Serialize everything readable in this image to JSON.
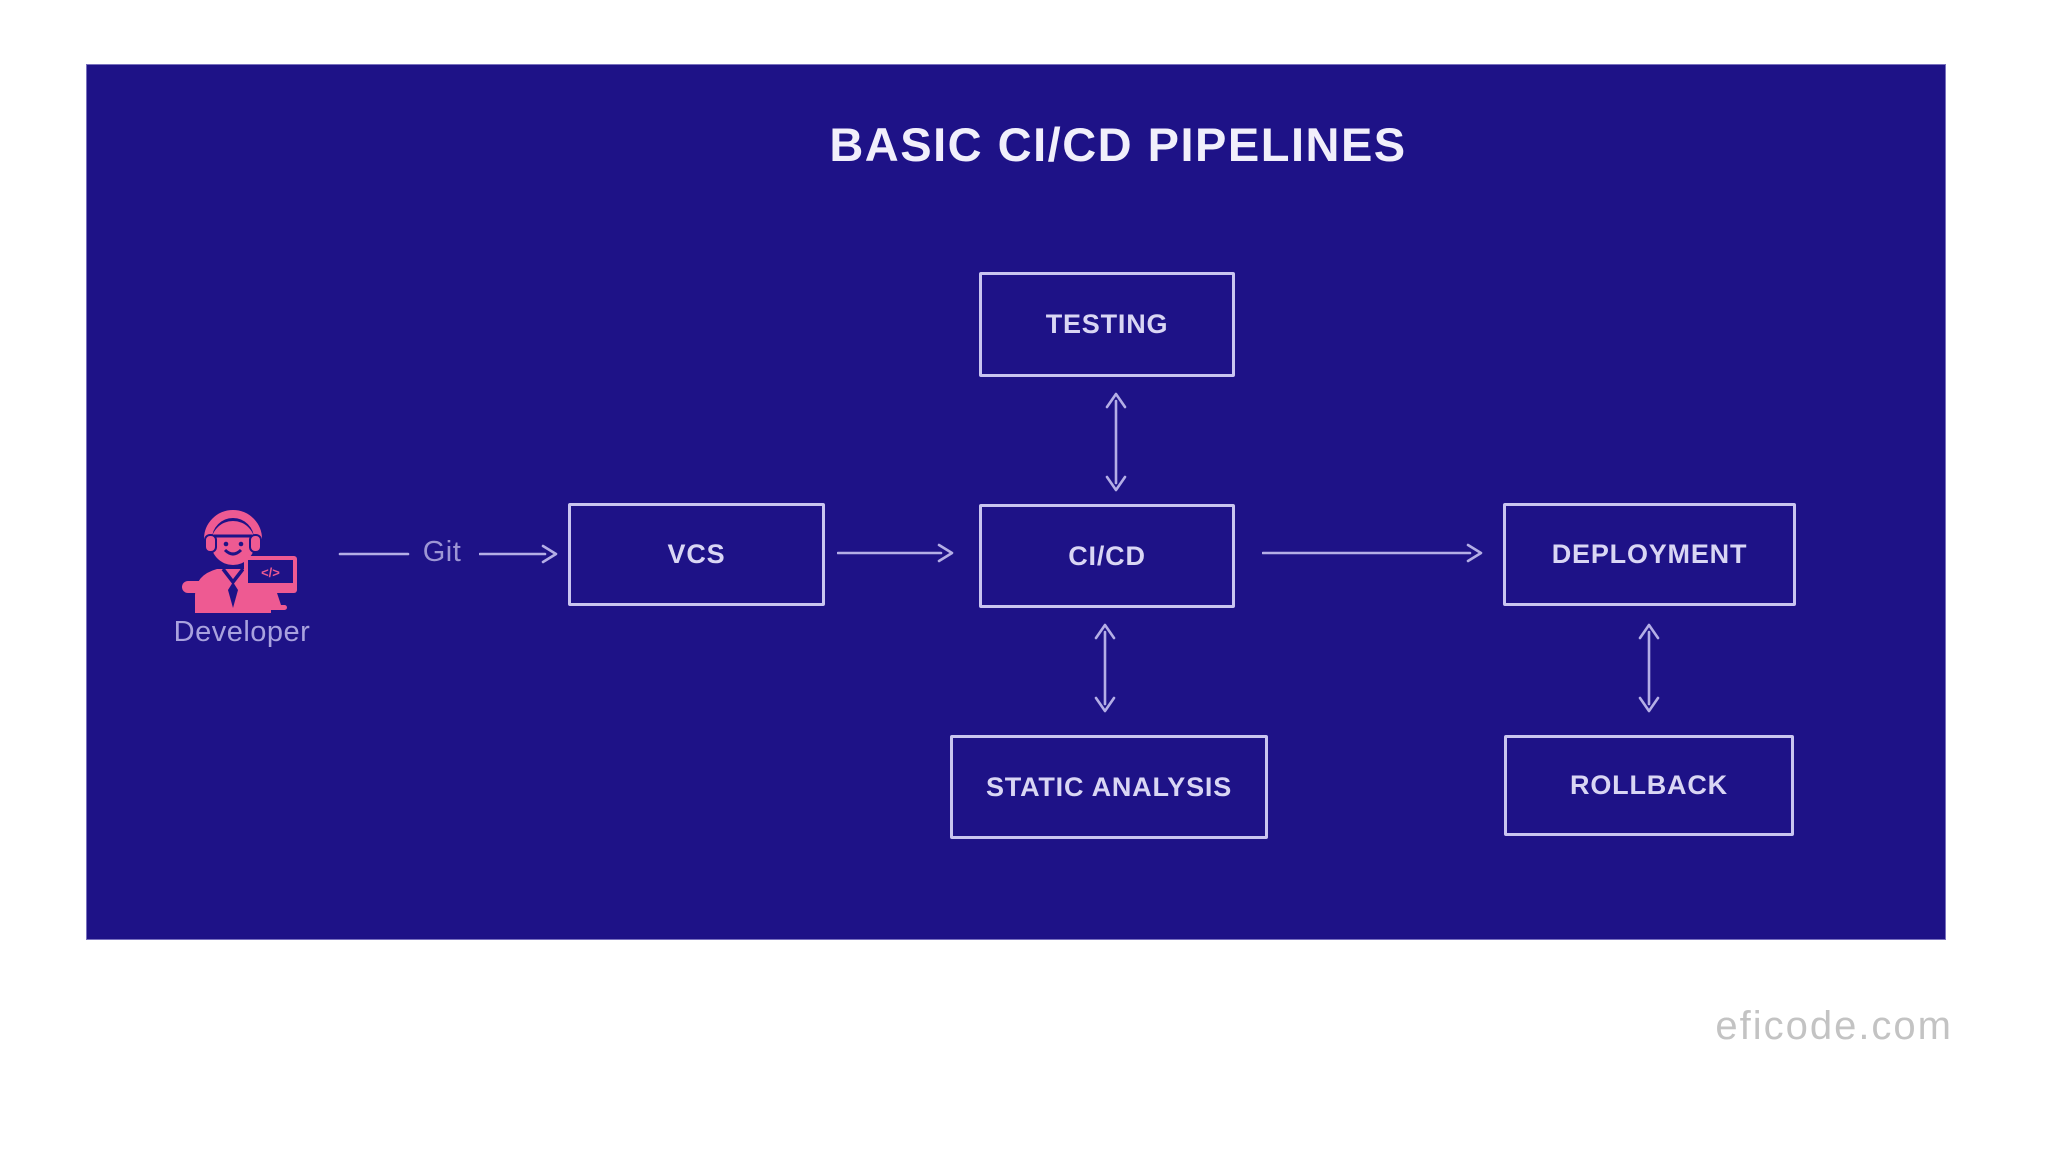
{
  "page": {
    "background": "#ffffff",
    "watermark": "eficode.com"
  },
  "diagram": {
    "title": "BASIC CI/CD PIPELINES",
    "colors": {
      "panel_background": "#1e1287",
      "box_border": "#c9c5f0",
      "box_text": "#d9d6f4",
      "arrow": "#b4aee6",
      "title_text": "#f1effb",
      "actor_pink": "#ee5a92",
      "edge_label_text": "#9d96d4",
      "watermark_gray": "#c3c3c3"
    },
    "actor": {
      "label": "Developer",
      "icon": "developer-at-computer",
      "screen_glyph": "</>"
    },
    "nodes": {
      "testing": {
        "label": "TESTING"
      },
      "vcs": {
        "label": "VCS"
      },
      "cicd": {
        "label": "CI/CD"
      },
      "deployment": {
        "label": "DEPLOYMENT"
      },
      "static_analysis": {
        "label": "STATIC ANALYSIS"
      },
      "rollback": {
        "label": "ROLLBACK"
      }
    },
    "edges": [
      {
        "from": "Developer",
        "to": "VCS",
        "label": "Git",
        "type": "one-way"
      },
      {
        "from": "VCS",
        "to": "CI/CD",
        "label": "",
        "type": "one-way"
      },
      {
        "from": "CI/CD",
        "to": "DEPLOYMENT",
        "label": "",
        "type": "one-way"
      },
      {
        "from": "TESTING",
        "to": "CI/CD",
        "label": "",
        "type": "two-way"
      },
      {
        "from": "CI/CD",
        "to": "STATIC ANALYSIS",
        "label": "",
        "type": "two-way"
      },
      {
        "from": "DEPLOYMENT",
        "to": "ROLLBACK",
        "label": "",
        "type": "two-way"
      }
    ]
  }
}
